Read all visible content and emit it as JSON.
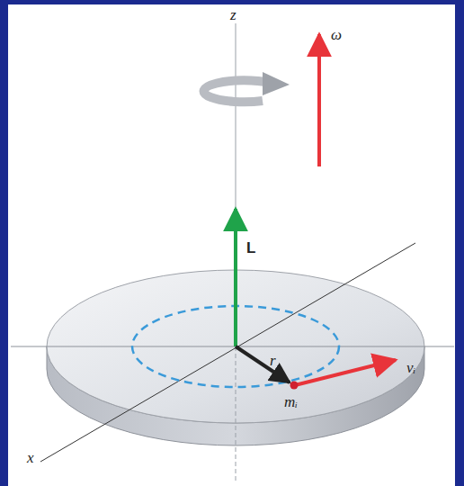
{
  "diagram": {
    "labels": [
      "z",
      "ω",
      "L",
      "r",
      "vᵢ",
      "mᵢ",
      "x"
    ]
  }
}
